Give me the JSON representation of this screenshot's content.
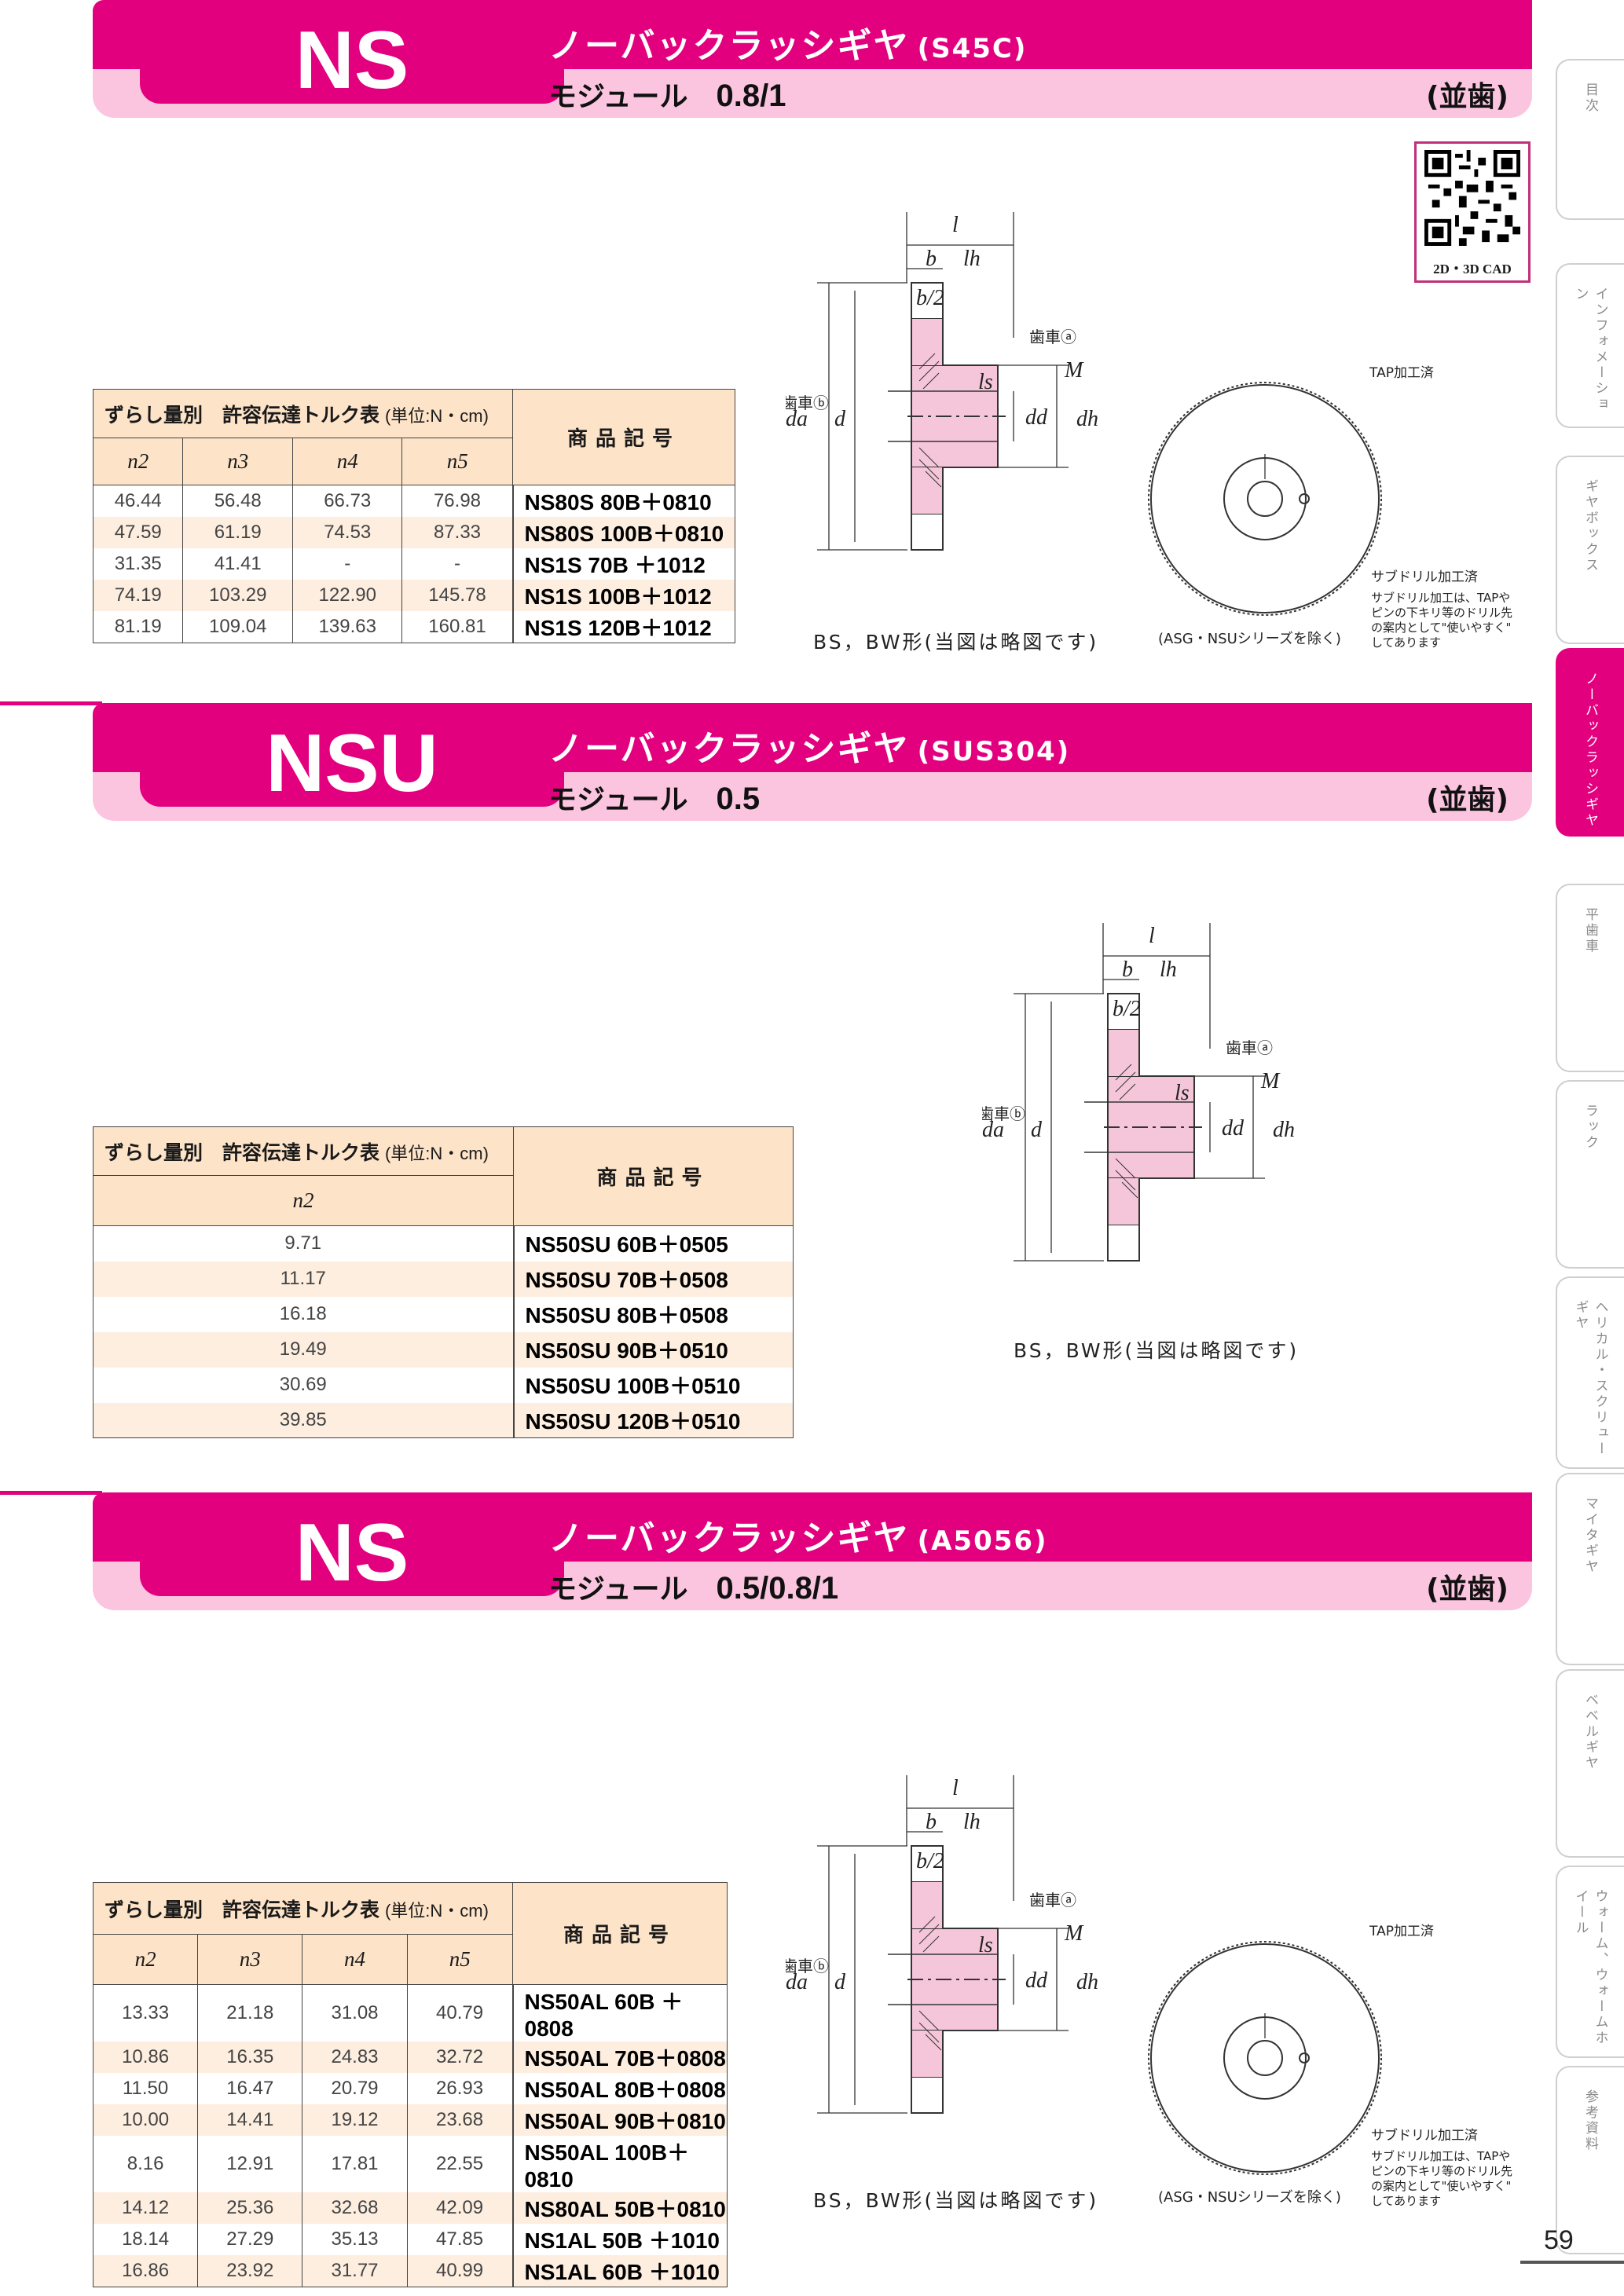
{
  "qr": {
    "label": "2D・3D CAD"
  },
  "sections": [
    {
      "code": "NS",
      "title": "ノーバックラッシギヤ",
      "material": "(S45C)",
      "module_label": "モジュール",
      "module_value": "0.8/1",
      "tooth": "(並歯)",
      "table": {
        "title": "ずらし量別　許容伝達トルク表",
        "unit": "(単位:N・cm)",
        "product_header": "商品記号",
        "cols": [
          "n2",
          "n3",
          "n4",
          "n5"
        ],
        "rows": [
          {
            "v": [
              "46.44",
              "56.48",
              "66.73",
              "76.98"
            ],
            "code": "NS80S 80B＋0810"
          },
          {
            "v": [
              "47.59",
              "61.19",
              "74.53",
              "87.33"
            ],
            "code": "NS80S 100B＋0810"
          },
          {
            "v": [
              "31.35",
              "41.41",
              "-",
              "-"
            ],
            "code": "NS1S 70B ＋1012"
          },
          {
            "v": [
              "74.19",
              "103.29",
              "122.90",
              "145.78"
            ],
            "code": "NS1S 100B＋1012"
          },
          {
            "v": [
              "81.19",
              "109.04",
              "139.63",
              "160.81"
            ],
            "code": "NS1S 120B＋1012"
          }
        ]
      },
      "diagram": {
        "caption": "BS，BW形(当図は略図です)",
        "side_note": "(ASG・NSUシリーズを除く)",
        "tap": "TAP加工済",
        "drill": "サブドリル加工済",
        "drill_note": [
          "サブドリル加工は、TAPや",
          "ピンの下キリ等のドリル先",
          "の案内として\"使いやすく\"",
          "してあります"
        ]
      }
    },
    {
      "code": "NSU",
      "title": "ノーバックラッシギヤ",
      "material": "(SUS304)",
      "module_label": "モジュール",
      "module_value": "0.5",
      "tooth": "(並歯)",
      "table": {
        "title": "ずらし量別　許容伝達トルク表",
        "unit": "(単位:N・cm)",
        "product_header": "商品記号",
        "cols": [
          "n2"
        ],
        "rows": [
          {
            "v": [
              "9.71"
            ],
            "code": "NS50SU 60B＋0505"
          },
          {
            "v": [
              "11.17"
            ],
            "code": "NS50SU 70B＋0508"
          },
          {
            "v": [
              "16.18"
            ],
            "code": "NS50SU 80B＋0508"
          },
          {
            "v": [
              "19.49"
            ],
            "code": "NS50SU 90B＋0510"
          },
          {
            "v": [
              "30.69"
            ],
            "code": "NS50SU 100B＋0510"
          },
          {
            "v": [
              "39.85"
            ],
            "code": "NS50SU 120B＋0510"
          }
        ]
      },
      "diagram": {
        "caption": "BS，BW形(当図は略図です)"
      }
    },
    {
      "code": "NS",
      "title": "ノーバックラッシギヤ",
      "material": "(A5056)",
      "module_label": "モジュール",
      "module_value": "0.5/0.8/1",
      "tooth": "(並歯)",
      "table": {
        "title": "ずらし量別　許容伝達トルク表",
        "unit": "(単位:N・cm)",
        "product_header": "商品記号",
        "cols": [
          "n2",
          "n3",
          "n4",
          "n5"
        ],
        "rows": [
          {
            "v": [
              "13.33",
              "21.18",
              "31.08",
              "40.79"
            ],
            "code": "NS50AL 60B ＋0808"
          },
          {
            "v": [
              "10.86",
              "16.35",
              "24.83",
              "32.72"
            ],
            "code": "NS50AL 70B＋0808"
          },
          {
            "v": [
              "11.50",
              "16.47",
              "20.79",
              "26.93"
            ],
            "code": "NS50AL 80B＋0808"
          },
          {
            "v": [
              "10.00",
              "14.41",
              "19.12",
              "23.68"
            ],
            "code": "NS50AL 90B＋0810"
          },
          {
            "v": [
              "8.16",
              "12.91",
              "17.81",
              "22.55"
            ],
            "code": "NS50AL 100B＋0810"
          },
          {
            "v": [
              "14.12",
              "25.36",
              "32.68",
              "42.09"
            ],
            "code": "NS80AL 50B＋0810"
          },
          {
            "v": [
              "18.14",
              "27.29",
              "35.13",
              "47.85"
            ],
            "code": "NS1AL 50B ＋1010"
          },
          {
            "v": [
              "16.86",
              "23.92",
              "31.77",
              "40.99"
            ],
            "code": "NS1AL 60B ＋1010"
          }
        ]
      },
      "diagram": {
        "caption": "BS，BW形(当図は略図です)",
        "side_note": "(ASG・NSUシリーズを除く)",
        "tap": "TAP加工済",
        "drill": "サブドリル加工済",
        "drill_note": [
          "サブドリル加工は、TAPや",
          "ピンの下キリ等のドリル先",
          "の案内として\"使いやすく\"",
          "してあります"
        ]
      }
    }
  ],
  "dim_labels": {
    "l": "l",
    "b": "b",
    "lh": "lh",
    "b2": "b/2",
    "ls": "ls",
    "M": "M",
    "da": "da",
    "d": "d",
    "dd": "dd",
    "dh": "dh",
    "gear_a": "歯車ⓐ",
    "gear_b": "歯車ⓑ"
  },
  "tabs": [
    "目次",
    "インフォメーション",
    "ギヤボックス",
    "ノーバックラッシギヤ",
    "平歯車",
    "ラック",
    "ヘリカル・スクリューギヤ",
    "マイタギヤ",
    "ベベルギヤ",
    "ウォーム、ウォームホイール",
    "参考資料"
  ],
  "active_tab": 3,
  "page_number": "59",
  "colors": {
    "accent": "#e2007f",
    "accent_light": "#fbc4df",
    "table_head": "#fde3c8"
  }
}
